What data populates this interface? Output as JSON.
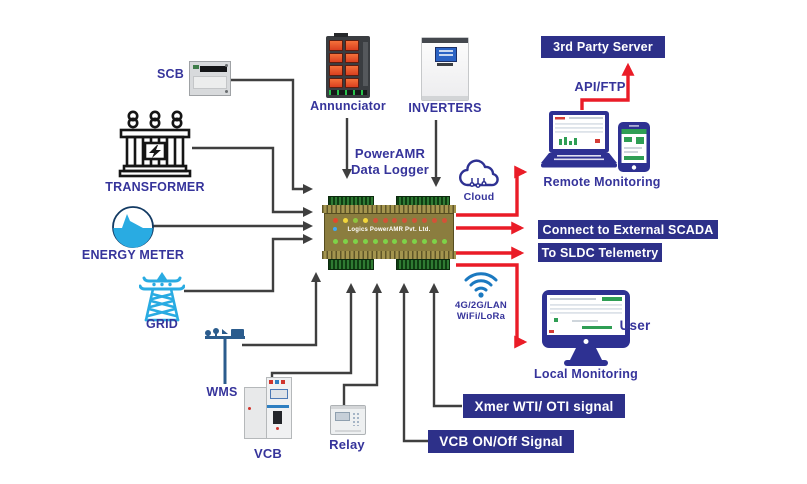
{
  "title": "PowerAMR Data Logger system diagram",
  "colors": {
    "label_text": "#36349b",
    "banner_bg": "#2d3089",
    "banner_text": "#ffffff",
    "arrow_red": "#ea1c27",
    "connector_black": "#3f3f3f",
    "accent_light_blue": "#29abe2",
    "wifi_blue": "#1b79c0",
    "navy_icon": "#2e3192",
    "logger_body_olive": "#8b7d3f",
    "logger_terminal_green": "#2f7a33"
  },
  "icons": {
    "scb": "scb-meter-icon",
    "transformer": "transformer-icon",
    "energy_meter": "energy-meter-icon",
    "grid": "transmission-tower-icon",
    "wms": "weather-station-icon",
    "vcb": "switchgear-cabinet-icon",
    "relay": "relay-device-icon",
    "annunciator": "annunciator-panel-icon",
    "inverters": "inverter-device-icon",
    "cloud": "cloud-icon",
    "wifi": "wifi-icon",
    "remote_monitoring": "laptop-and-phone-icon",
    "local_monitoring": "desktop-monitor-icon",
    "data_logger": "din-rail-logger-device"
  },
  "nodes": {
    "scb": {
      "label": "SCB"
    },
    "transformer": {
      "label": "TRANSFORMER"
    },
    "energy_meter": {
      "label": "ENERGY METER"
    },
    "grid": {
      "label": "GRID"
    },
    "wms": {
      "label": "WMS"
    },
    "vcb": {
      "label": "VCB"
    },
    "relay": {
      "label": "Relay"
    },
    "annunciator": {
      "label": "Annunciator"
    },
    "inverters": {
      "label": "INVERTERS"
    },
    "cloud": {
      "label": "Cloud"
    },
    "data_logger": {
      "title_line1": "PowerAMR",
      "title_line2": "Data Logger",
      "device_text": "Logics PowerAMR Pvt. Ltd."
    },
    "connectivity": {
      "line1": "4G/2G/LAN",
      "line2": "WiFi/LoRa"
    },
    "api_ftp": {
      "label": "API/FTP"
    },
    "remote_monitoring": {
      "label": "Remote Monitoring"
    },
    "local_monitoring": {
      "label": "Local Monitoring"
    },
    "user": {
      "label": "User"
    }
  },
  "banners": {
    "third_party_server": "3rd Party Server",
    "external_scada": "Connect to External SCADA",
    "sldc_telemetry": "To SLDC Telemetry",
    "xmer_signal": "Xmer WTI/ OTI signal",
    "vcb_signal": "VCB ON/Off Signal"
  }
}
